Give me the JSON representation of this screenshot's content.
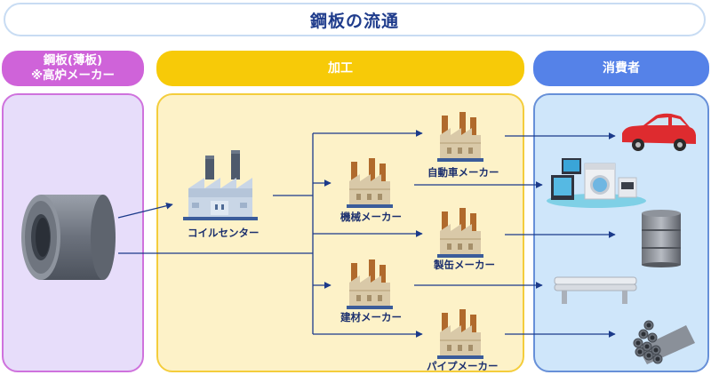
{
  "title": "鋼板の流通",
  "headers": {
    "steel_line1": "鋼板(薄板)",
    "steel_line2": "※高炉メーカー",
    "processing": "加工",
    "consumers": "消費者"
  },
  "nodes": {
    "coil_center": "コイルセンター",
    "machinery": "機械メーカー",
    "building": "建材メーカー",
    "automobile": "自動車メーカー",
    "can": "製缶メーカー",
    "pipe": "パイプメーカー"
  },
  "consumer_items": [
    "car-icon",
    "appliances-icon",
    "drum-icon",
    "guardrail-icon",
    "pipes-icon"
  ],
  "colors": {
    "title_text": "#1f3c8c",
    "steel_header": "#cf63d9",
    "processing_header": "#f7ca08",
    "consumer_header": "#5582e8",
    "arrow": "#1b3a8a"
  }
}
